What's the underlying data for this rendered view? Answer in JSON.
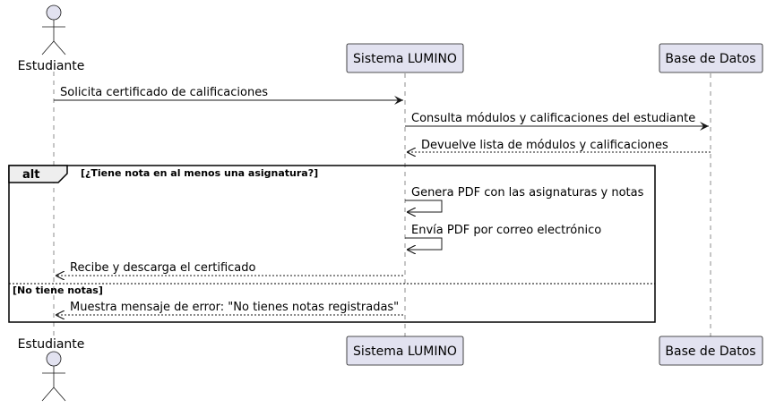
{
  "participants": {
    "student": "Estudiante",
    "system": "Sistema LUMINO",
    "database": "Base de Datos"
  },
  "messages": {
    "m1": "Solicita certificado de calificaciones",
    "m2": "Consulta módulos y calificaciones del estudiante",
    "m3": "Devuelve lista de módulos y calificaciones",
    "m4": "Genera PDF con las asignaturas y notas",
    "m5": "Envía PDF por correo electrónico",
    "m6": "Recibe y descarga el certificado",
    "m7": "Muestra mensaje de error: \"No tienes notas registradas\""
  },
  "fragment": {
    "keyword": "alt",
    "guard_1": "[¿Tiene nota en al menos una asignatura?]",
    "guard_2": "[No tiene notas]"
  },
  "colors": {
    "participant_fill": "#E2E2F0",
    "participant_stroke": "#181818",
    "lifeline": "#181818"
  }
}
